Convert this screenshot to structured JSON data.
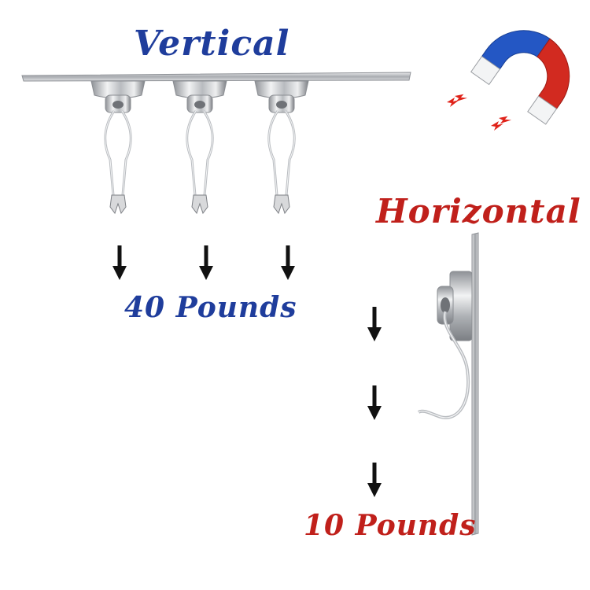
{
  "vertical": {
    "title": "Vertical",
    "load": "40 Pounds",
    "title_color": "#1f3d9c"
  },
  "horizontal": {
    "title": "Horizontal",
    "load": "10 Pounds",
    "title_color": "#c0201b"
  },
  "icons": {
    "magnet": "horseshoe-magnet-icon",
    "arrow": "down-arrow-icon",
    "hook": "swivel-hook-icon"
  },
  "colors": {
    "magnet_blue": "#2457c4",
    "magnet_red": "#d22a20",
    "metal": "#c9cbce",
    "arrow": "#111111"
  }
}
